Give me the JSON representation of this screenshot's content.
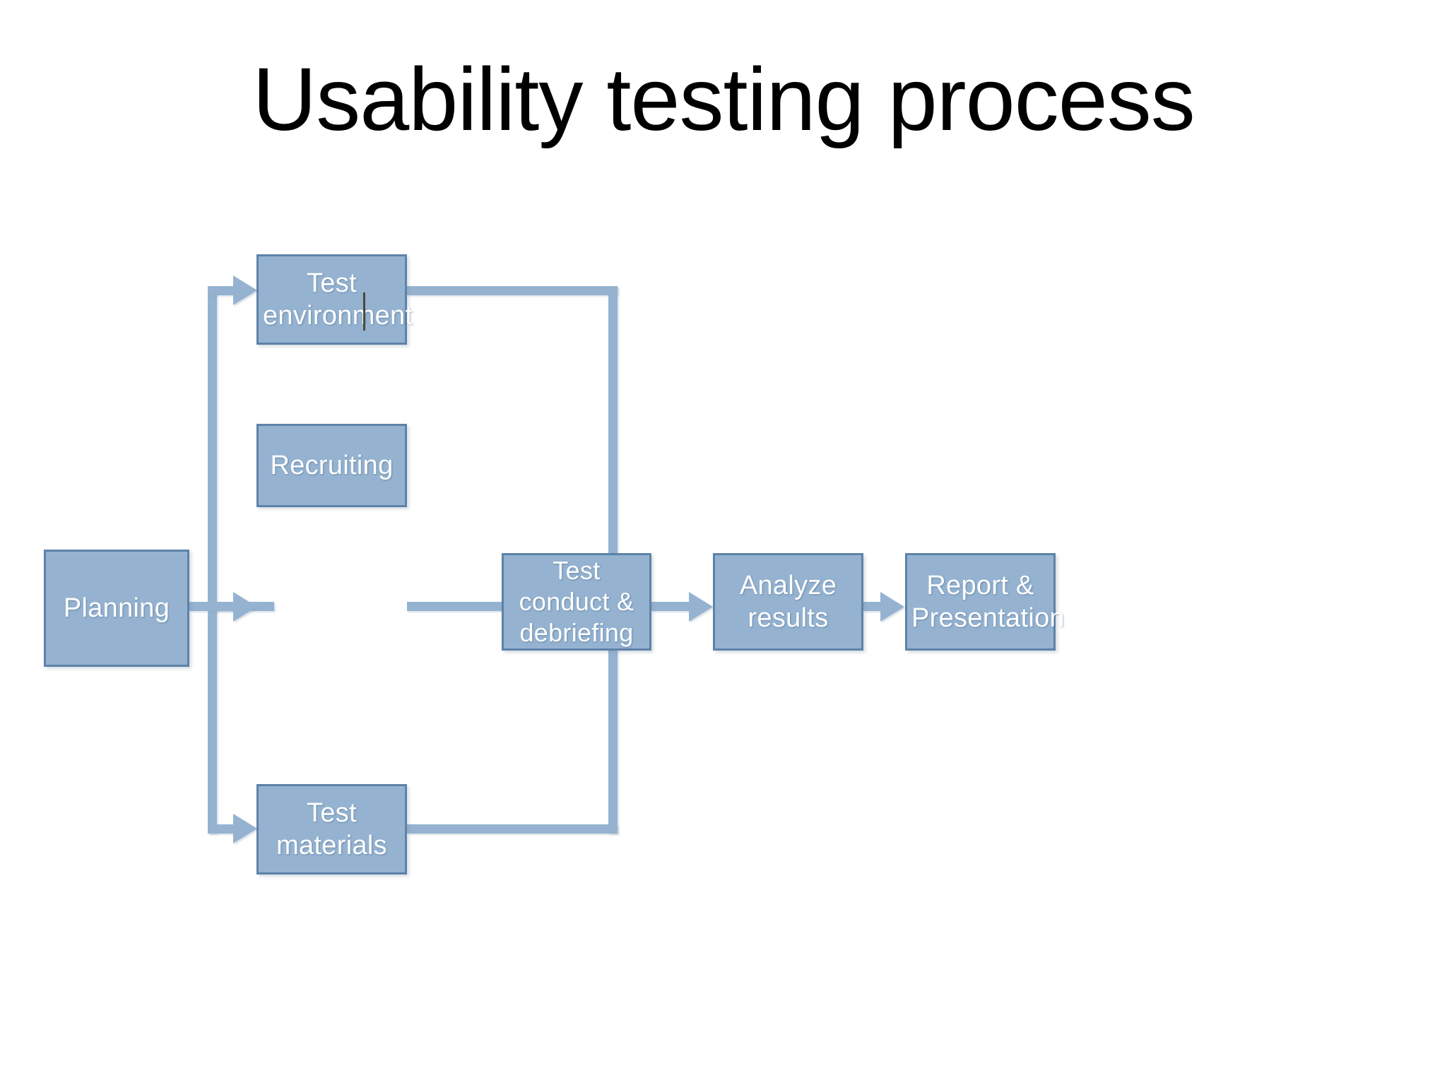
{
  "slide": {
    "title": "Usability testing process",
    "background_color": "#ffffff",
    "title_color": "#000000"
  },
  "theme": {
    "node_fill": "#95b3d1",
    "node_border": "#5e82a8",
    "node_text": "#ffffff",
    "connector": "#95b3d1",
    "caret_color": "#4a4a3a"
  },
  "diagram": {
    "type": "flowchart",
    "nodes": [
      {
        "id": "planning",
        "label": "Planning"
      },
      {
        "id": "test-environment",
        "label": "Test environment",
        "has_text_caret": true
      },
      {
        "id": "recruiting",
        "label": "Recruiting"
      },
      {
        "id": "test-materials",
        "label": "Test materials"
      },
      {
        "id": "test-conduct",
        "label": "Test conduct & debriefing"
      },
      {
        "id": "analyze-results",
        "label": "Analyze results"
      },
      {
        "id": "report-presentation",
        "label": "Report & Presentation"
      }
    ],
    "edges": [
      {
        "from": "planning",
        "to": "test-environment"
      },
      {
        "from": "planning",
        "to": "recruiting"
      },
      {
        "from": "planning",
        "to": "test-materials"
      },
      {
        "from": "test-environment",
        "to": "test-conduct"
      },
      {
        "from": "recruiting",
        "to": "test-conduct"
      },
      {
        "from": "test-materials",
        "to": "test-conduct"
      },
      {
        "from": "test-conduct",
        "to": "analyze-results"
      },
      {
        "from": "analyze-results",
        "to": "report-presentation"
      }
    ]
  }
}
